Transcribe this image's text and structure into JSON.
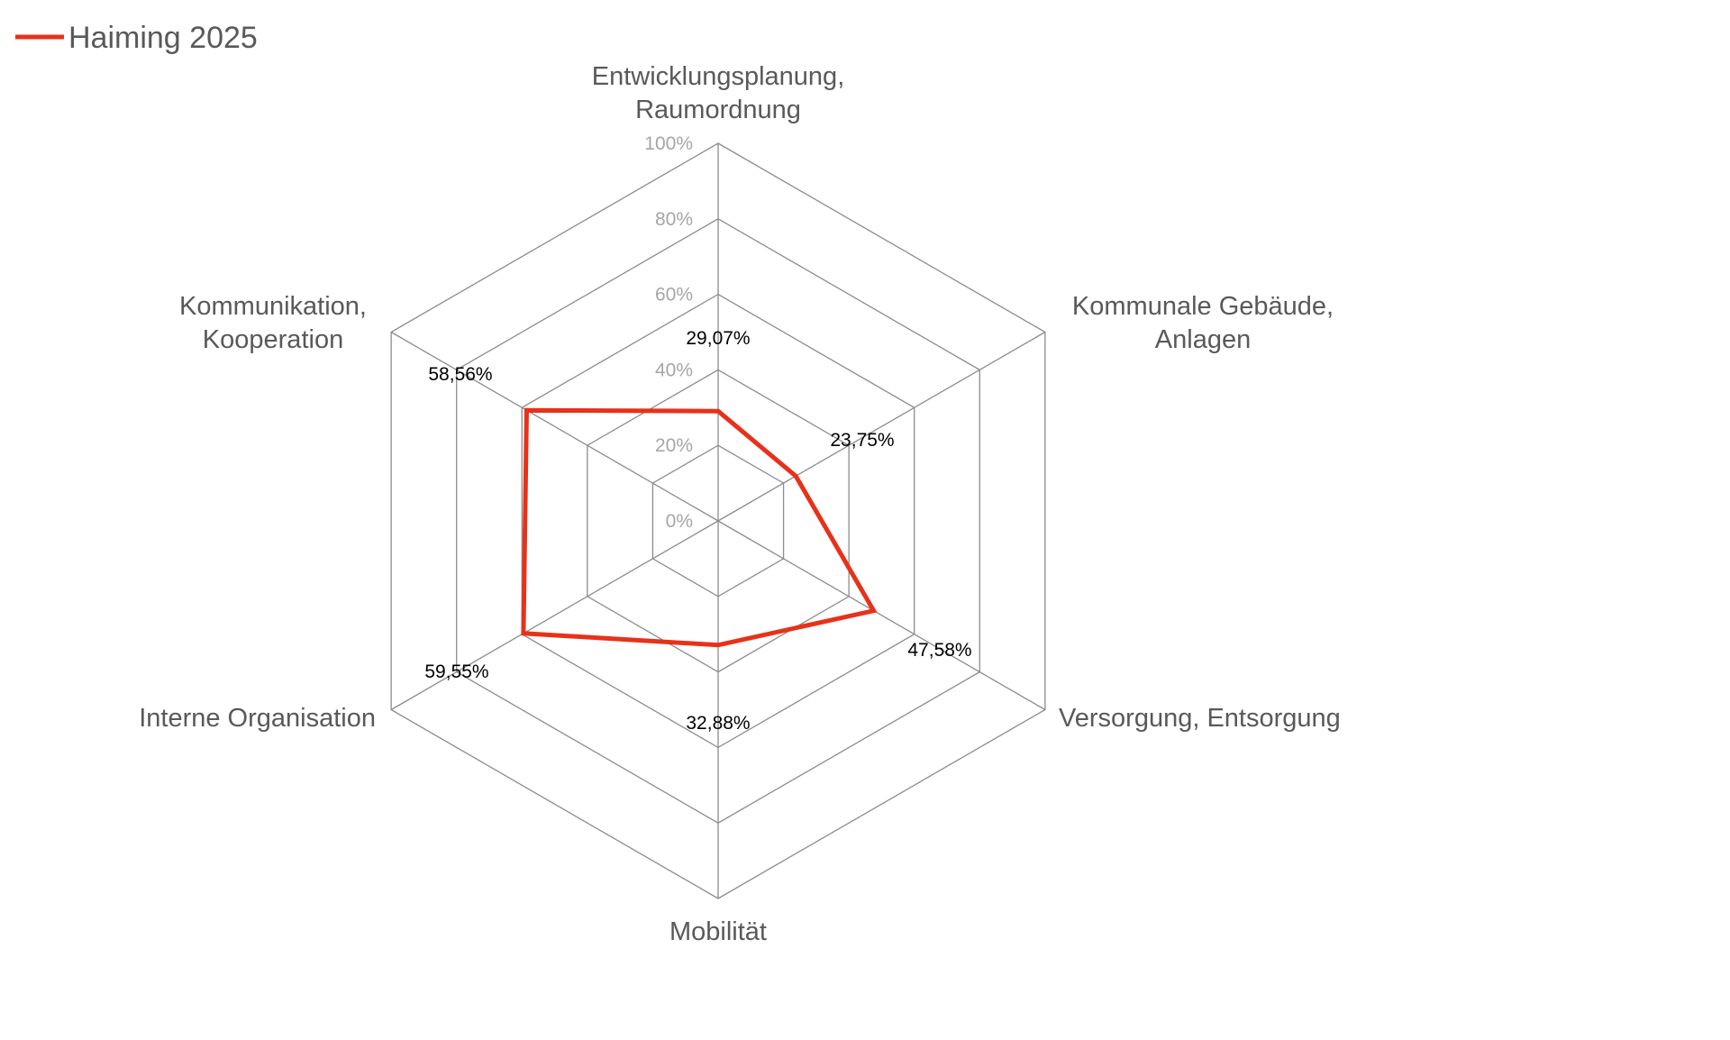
{
  "chart_data": {
    "type": "radar",
    "legend": {
      "position": "top-left",
      "entries": [
        "Haiming 2025"
      ]
    },
    "categories": [
      [
        "Entwicklungsplanung,",
        "Raumordnung"
      ],
      [
        "Kommunale Gebäude,",
        "Anlagen"
      ],
      [
        "Versorgung, Entsorgung"
      ],
      [
        "Mobilität"
      ],
      [
        "Interne Organisation"
      ],
      [
        "Kommunikation,",
        "Kooperation"
      ]
    ],
    "series": [
      {
        "name": "Haiming 2025",
        "color": "#e8311a",
        "values": [
          29.07,
          23.75,
          47.58,
          32.88,
          59.55,
          58.56
        ],
        "labels": [
          "29,07%",
          "23,75%",
          "47,58%",
          "32,88%",
          "59,55%",
          "58,56%"
        ]
      }
    ],
    "rlim": [
      0,
      100
    ],
    "ticks": [
      0,
      20,
      40,
      60,
      80,
      100
    ],
    "tick_labels": [
      "0%",
      "20%",
      "40%",
      "60%",
      "80%",
      "100%"
    ],
    "grid": true,
    "grid_color": "#8c8c8c"
  }
}
